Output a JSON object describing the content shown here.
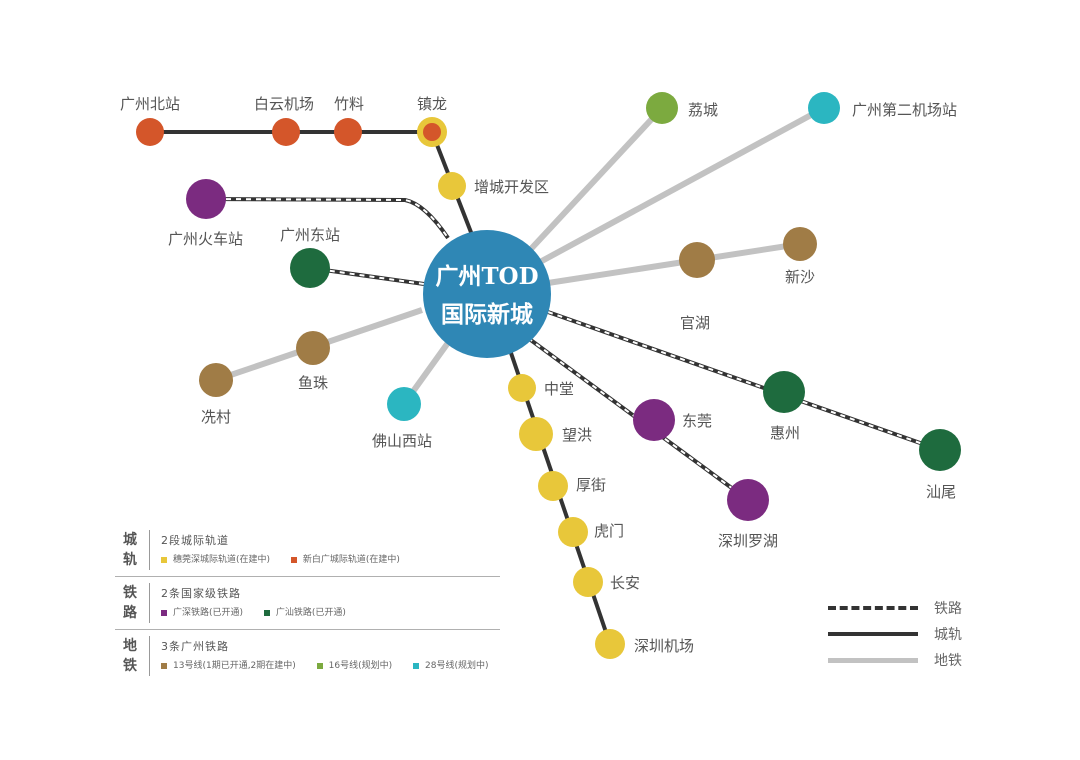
{
  "center": {
    "line1": "广州TOD",
    "line2": "国际新城",
    "color": "#2f87b5"
  },
  "colors": {
    "intercity_north": "#d4562a",
    "intercity_yellow": "#e8c73a",
    "rail_purple": "#7b2b80",
    "rail_green": "#1e6b3e",
    "metro_brown": "#a07c46",
    "metro_green": "#7caa3f",
    "metro_cyan": "#2bb6c1",
    "line_gray": "#c2c2c2",
    "line_dark": "#333333"
  },
  "stations": {
    "gz_north": "广州北站",
    "baiyun_airport": "白云机场",
    "zhuliao": "竹料",
    "zhenlong": "镇龙",
    "zengcheng_dev": "增城开发区",
    "gz_railway": "广州火车站",
    "gz_east": "广州东站",
    "licheng": "荔城",
    "gz_airport2": "广州第二机场站",
    "xinsha": "新沙",
    "guanhu": "官湖",
    "yuzhu": "鱼珠",
    "xiancun": "冼村",
    "foshan_west": "佛山西站",
    "zhongtang": "中堂",
    "wanghong": "望洪",
    "houjie": "厚街",
    "humen": "虎门",
    "changan": "长安",
    "sz_airport": "深圳机场",
    "dongguan": "东莞",
    "sz_luohu": "深圳罗湖",
    "huizhou": "惠州",
    "shanwei": "汕尾"
  },
  "legend": {
    "intercity": {
      "head": "城轨",
      "title": "2段城际轨道",
      "items": [
        {
          "color": "#e8c73a",
          "text": "穗莞深城际轨道(在建中)"
        },
        {
          "color": "#d4562a",
          "text": "新白广城际轨道(在建中)"
        }
      ]
    },
    "railway": {
      "head": "铁路",
      "title": "2条国家级铁路",
      "items": [
        {
          "color": "#7b2b80",
          "text": "广深铁路(已开通)"
        },
        {
          "color": "#1e6b3e",
          "text": "广汕铁路(已开通)"
        }
      ]
    },
    "metro": {
      "head": "地铁",
      "title": "3条广州铁路",
      "items": [
        {
          "color": "#a07c46",
          "text": "13号线(1期已开通,2期在建中)"
        },
        {
          "color": "#7caa3f",
          "text": "16号线(规划中)"
        },
        {
          "color": "#2bb6c1",
          "text": "28号线(规划中)"
        }
      ]
    }
  },
  "key": {
    "railway": "铁路",
    "intercity": "城轨",
    "metro": "地铁"
  }
}
